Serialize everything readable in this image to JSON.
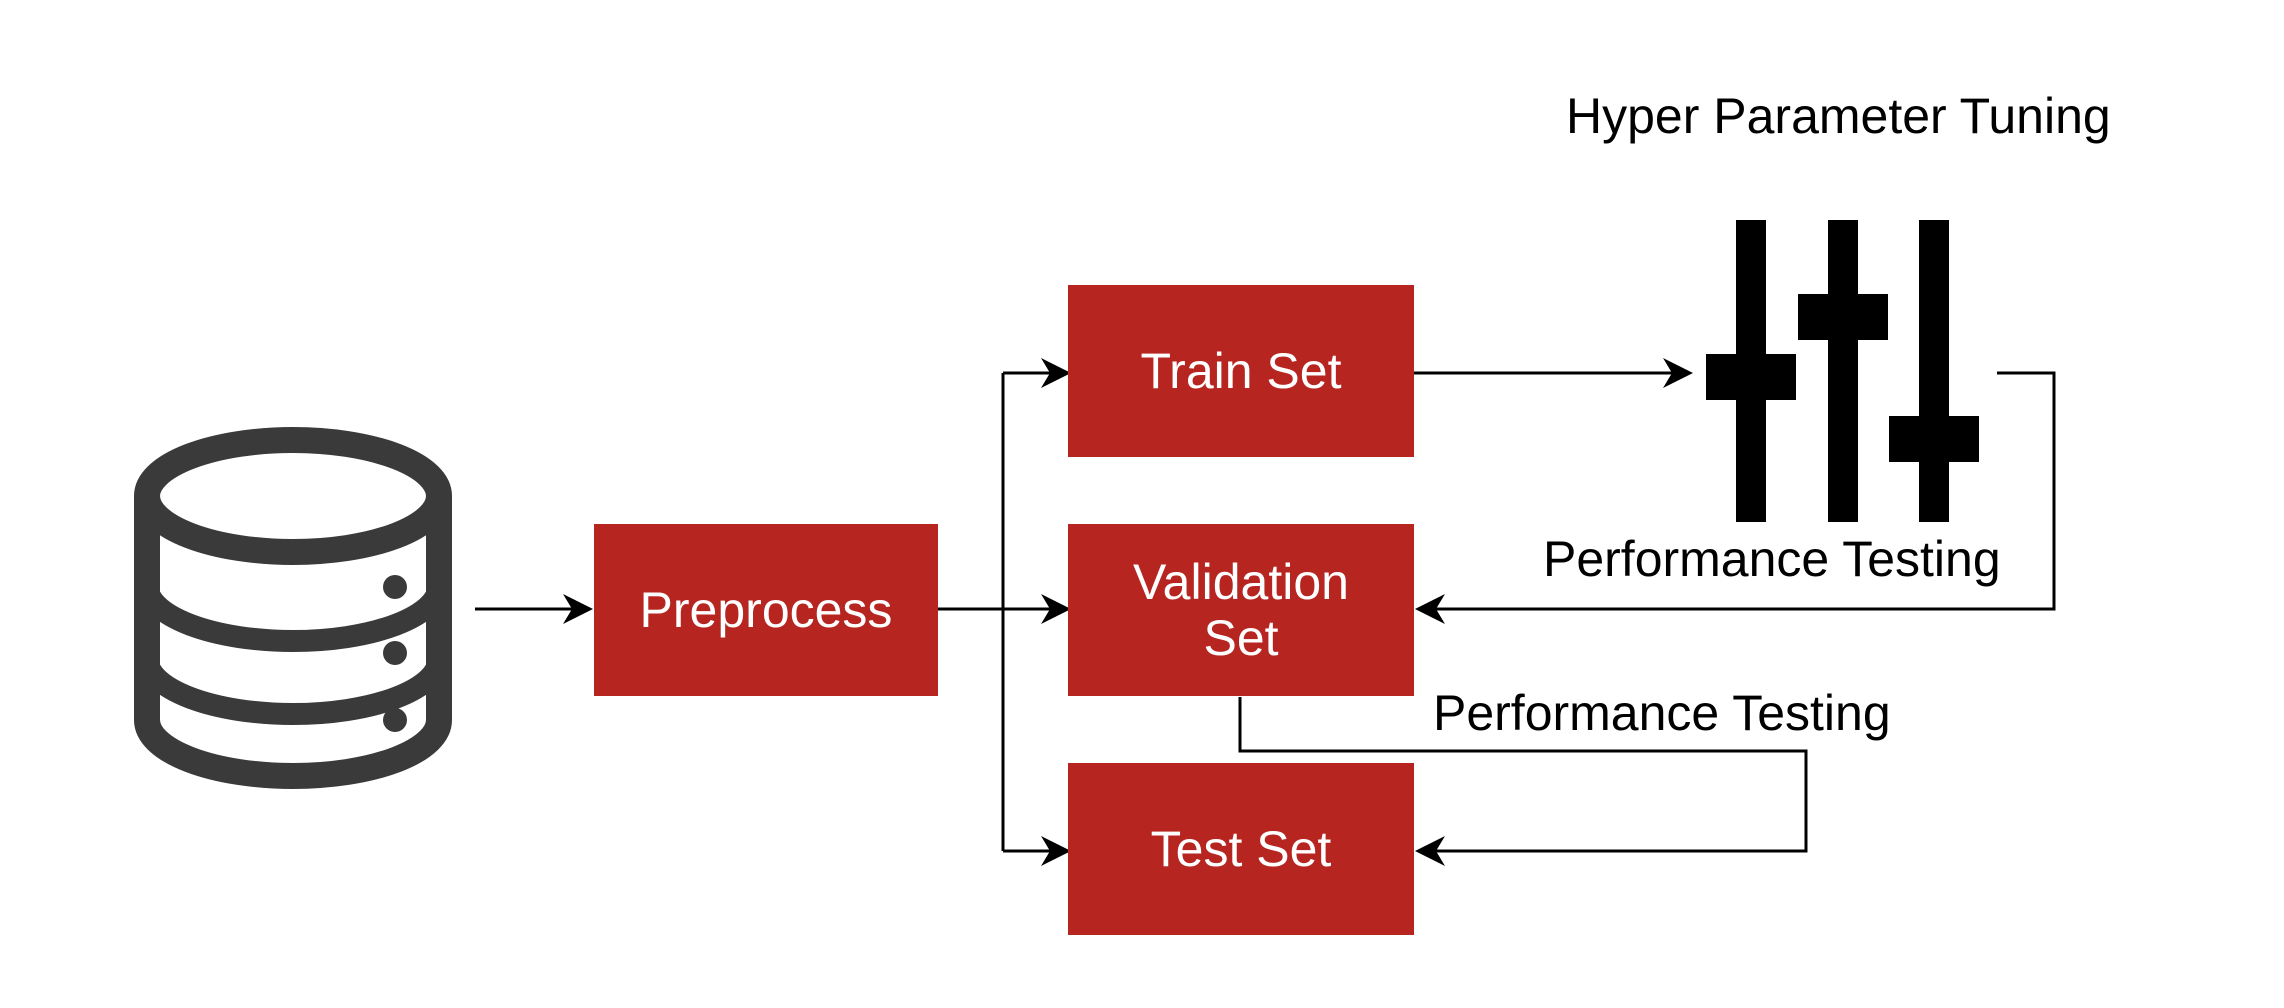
{
  "diagram": {
    "title": "Hyper Parameter Tuning",
    "nodes": {
      "database": {
        "icon": "database-icon"
      },
      "preprocess": {
        "label": "Preprocess"
      },
      "train": {
        "label": "Train Set"
      },
      "validation": {
        "label": "Validation\nSet"
      },
      "test": {
        "label": "Test Set"
      },
      "tuner": {
        "icon": "sliders-icon"
      }
    },
    "edge_labels": {
      "tuner_to_validation": "Performance Testing",
      "validation_to_test": "Performance Testing"
    },
    "colors": {
      "box_fill": "#b72521",
      "box_text": "#ffffff",
      "icon": "#3a3a3a",
      "lines": "#000000"
    }
  }
}
